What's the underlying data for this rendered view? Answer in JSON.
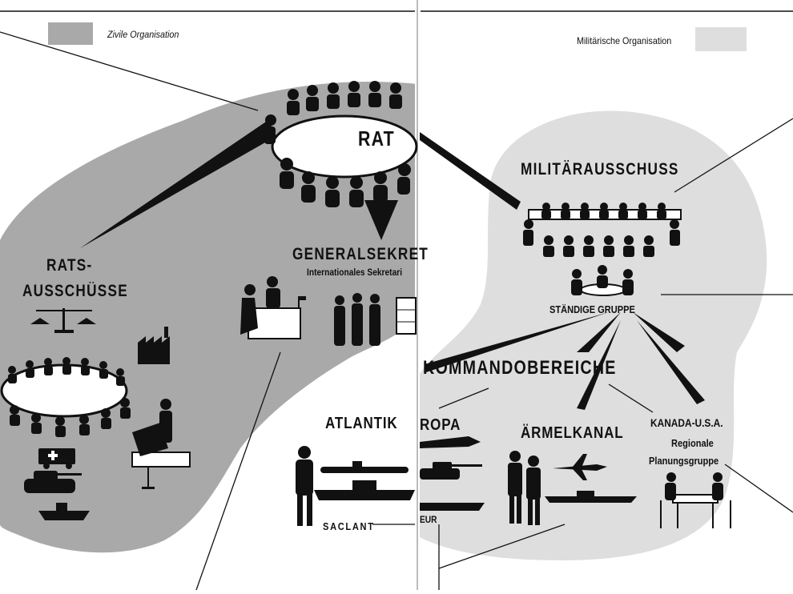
{
  "legend": {
    "civil_label": "Zivile Organisation",
    "military_label": "Militärische Organisation",
    "civil_color": "#a9a9a9",
    "military_color": "#dedede"
  },
  "civil": {
    "council": "RAT",
    "committees_line1": "RATS-",
    "committees_line2": "AUSSCHÜSSE",
    "secretary_general": "GENERALSEKRET",
    "international_secretariat": "Internationales Sekretari"
  },
  "military": {
    "military_committee": "MILITÄRAUSSCHUSS",
    "standing_group": "STÄNDIGE GRUPPE",
    "commands": "KOMMANDOBEREICHE",
    "atlantic": "ATLANTIK",
    "europe": "ROPA",
    "channel": "ÄRMELKANAL",
    "canada_us": "KANADA-U.S.A.",
    "regional_line1": "Regionale",
    "regional_line2": "Planungsgruppe",
    "saclant": "SACLANT",
    "eur": "EUR"
  },
  "colors": {
    "ink": "#111111",
    "paper": "#ffffff"
  }
}
